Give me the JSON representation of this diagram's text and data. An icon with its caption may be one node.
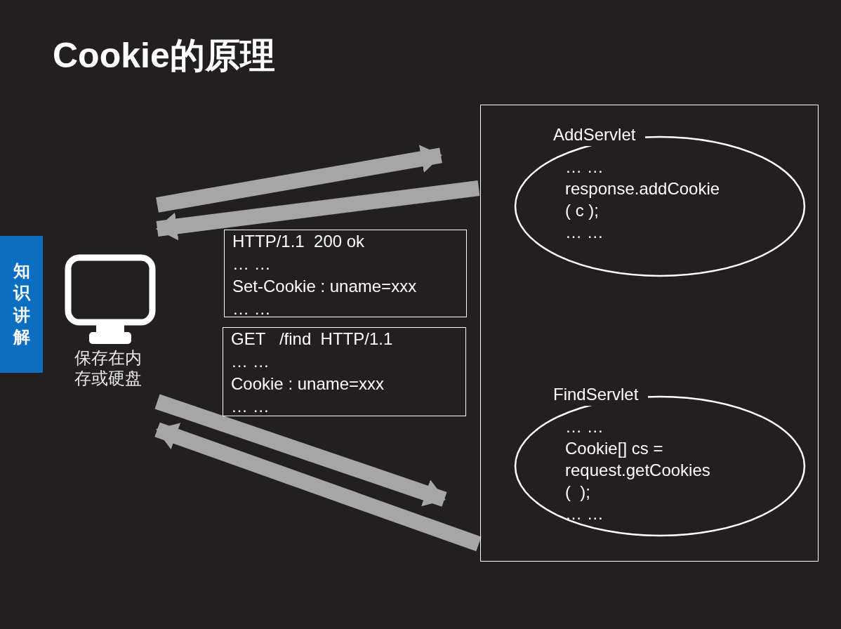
{
  "diagram": {
    "title": "Cookie的原理",
    "nodes": [
      {
        "text": [],
        "shape": "monitor",
        "beside": [
          "保存在内存或硬盘"
        ]
      },
      {
        "text": [],
        "shape": "box"
      },
      {
        "text": [
          "AddServlet",
          "… …",
          "response.addCookie",
          "( c );",
          "… …"
        ],
        "in": 1
      },
      {
        "text": [
          "FindServlet",
          "… …",
          "Cookie[] cs =",
          "request.getCookies",
          "(  );",
          "… …"
        ],
        "in": 1
      },
      {
        "text": [
          "HTTP/1.1  200 ok",
          "… …",
          "Set-Cookie : uname=xxx",
          "… …"
        ]
      },
      {
        "text": [
          "GET   /find  HTTP/1.1",
          "… …",
          "Cookie : uname=xxx",
          "… …"
        ]
      }
    ],
    "edges": [
      {
        "from": 0,
        "to": 1,
        "arrow": "to"
      },
      {
        "from": 1,
        "to": 0,
        "arrow": "to"
      },
      {
        "from": 0,
        "to": 1,
        "arrow": "to"
      },
      {
        "from": 1,
        "to": 0,
        "arrow": "to"
      }
    ],
    "labels": [
      "知识讲解"
    ]
  }
}
